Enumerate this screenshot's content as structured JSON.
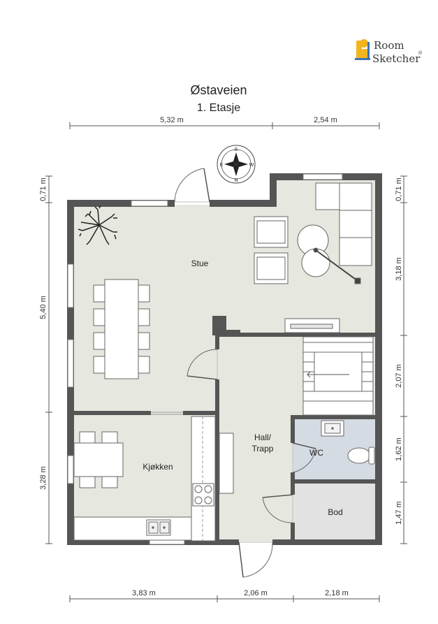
{
  "logo": {
    "line1": "Room",
    "line2": "Sketcher",
    "mark": "®"
  },
  "header": {
    "title": "Østaveien",
    "subtitle": "1. Etasje"
  },
  "dimensions": {
    "top": [
      "5,32 m",
      "2,54 m"
    ],
    "bottom": [
      "3,83 m",
      "2,06 m",
      "2,18 m"
    ],
    "left": [
      "0,71 m",
      "5,40 m",
      "3,28 m"
    ],
    "right": [
      "0,71 m",
      "3,18 m",
      "2,07 m",
      "1,62 m",
      "1,47 m"
    ]
  },
  "rooms": {
    "stue": "Stue",
    "kjokken": "Kjøkken",
    "hall_line1": "Hall/",
    "hall_line2": "Trapp",
    "wc": "WC",
    "bod": "Bod"
  },
  "compass": {
    "n": "N",
    "s": "S",
    "e": "E",
    "w": "W"
  },
  "colors": {
    "wall": "#555555",
    "floor": "#e6e8df",
    "wc_floor": "#d5dbe3",
    "bod_floor": "#e2e2e2"
  }
}
